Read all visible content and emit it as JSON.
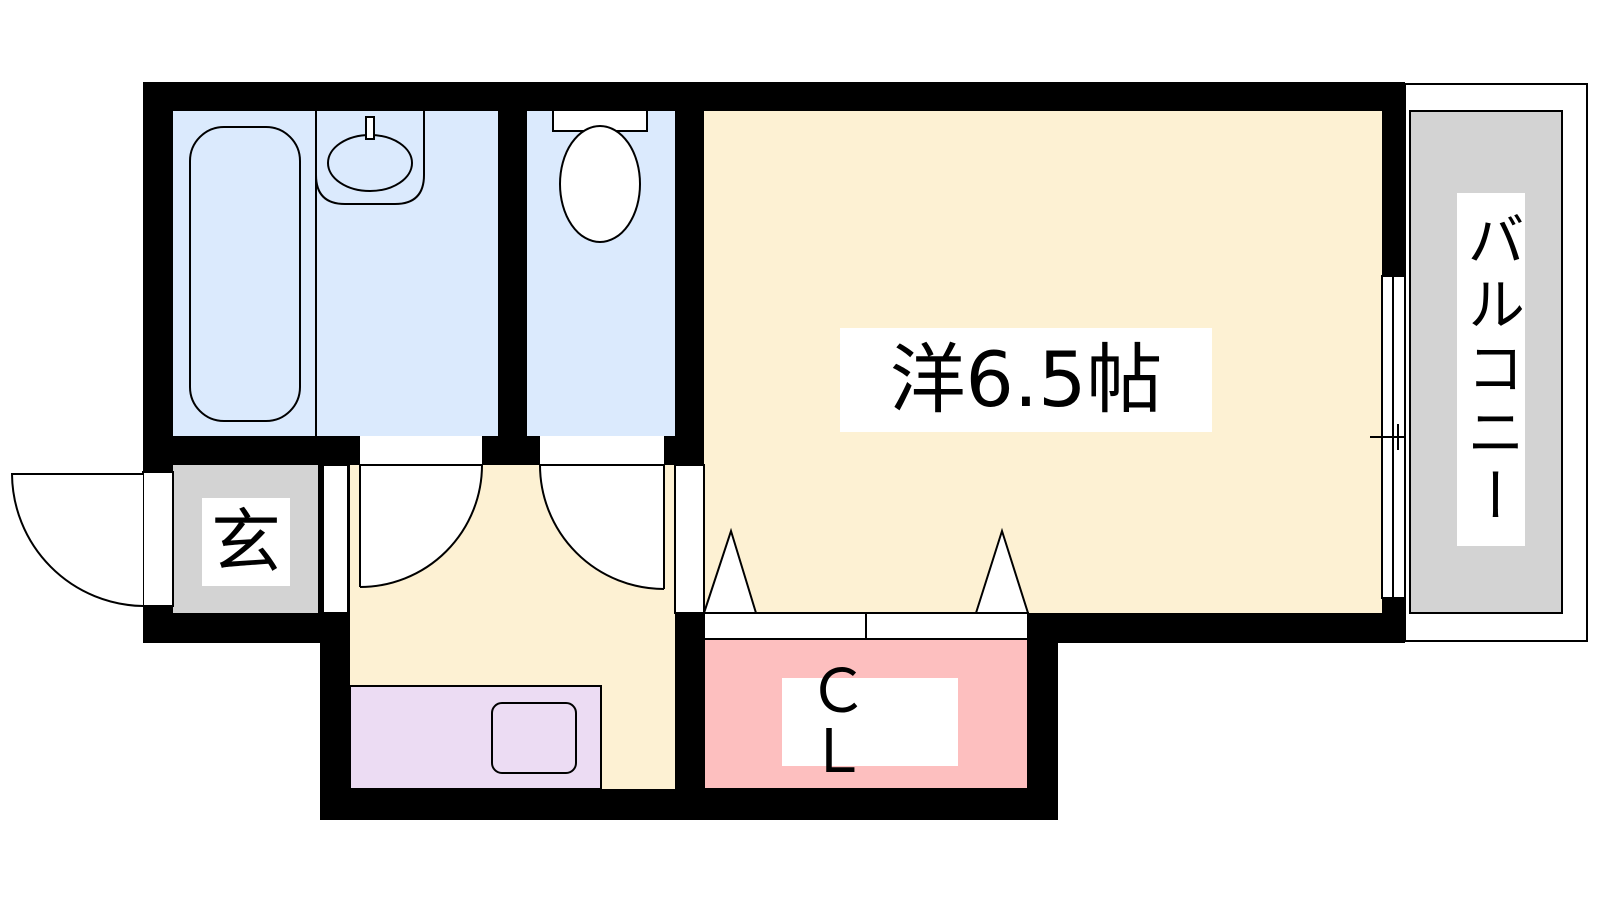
{
  "rooms": {
    "western_room": "洋6.5帖",
    "entrance": "玄",
    "closet": "ＣＬ",
    "balcony": "バルコニー"
  },
  "colors": {
    "wall": "#000000",
    "wet_area": "#dbeafd",
    "living_floor": "#fdf1d3",
    "entrance_floor": "#d3d3d3",
    "balcony_floor": "#d3d3d3",
    "closet": "#fdbfbf",
    "kitchen": "#ecdcf3"
  }
}
